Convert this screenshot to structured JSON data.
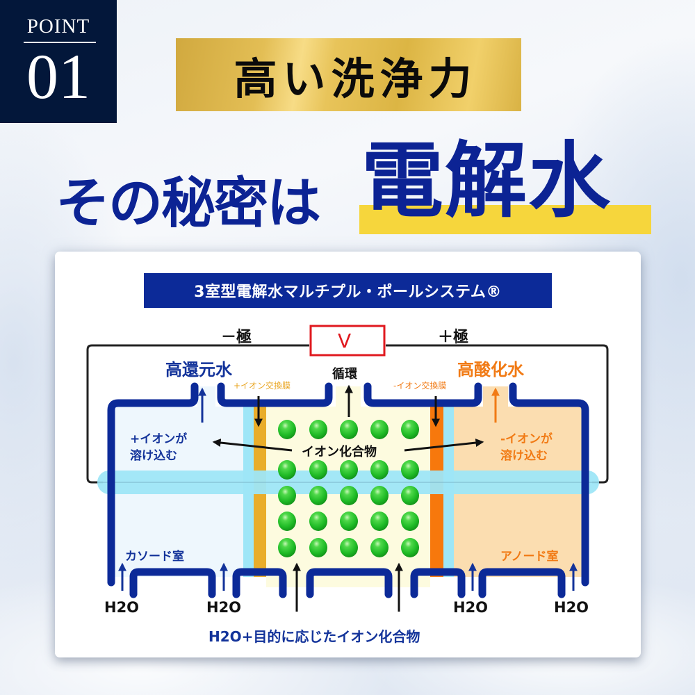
{
  "point": {
    "label": "POINT",
    "number": "01"
  },
  "banner": {
    "text": "高い洗浄力"
  },
  "headline": {
    "prefix": "その秘密は",
    "emphasis": "電解水"
  },
  "diagram": {
    "title": "3室型電解水マルチプル・ポールシステム®",
    "voltmeter": "V",
    "negative_pole": "－極",
    "positive_pole": "＋極",
    "circulation": "循環",
    "cathode_output": "高還元水",
    "anode_output": "高酸化水",
    "cation_membrane": "+イオン交換膜",
    "anion_membrane": "-イオン交換膜",
    "cation_dissolve_line1": "+イオンが",
    "cation_dissolve_line2": "溶け込む",
    "anion_dissolve_line1": "-イオンが",
    "anion_dissolve_line2": "溶け込む",
    "ion_compound": "イオン化合物",
    "cathode_chamber": "カソード室",
    "anode_chamber": "アノード室",
    "inputs": [
      "H2O",
      "H2O",
      "H2O",
      "H2O"
    ],
    "center_input": "H2O+目的に応じたイオン化合物",
    "colors": {
      "navy": "#0c2a98",
      "cathode_fill": "#eef7fd",
      "center_fill": "#fdfbdf",
      "anode_fill": "#fbddb0",
      "electrode": "#9ee6f7",
      "cation_membrane": "#e9ad2a",
      "anion_membrane": "#f7780c",
      "ion_green": "#22c02a",
      "voltmeter_red": "#e0191f"
    }
  }
}
